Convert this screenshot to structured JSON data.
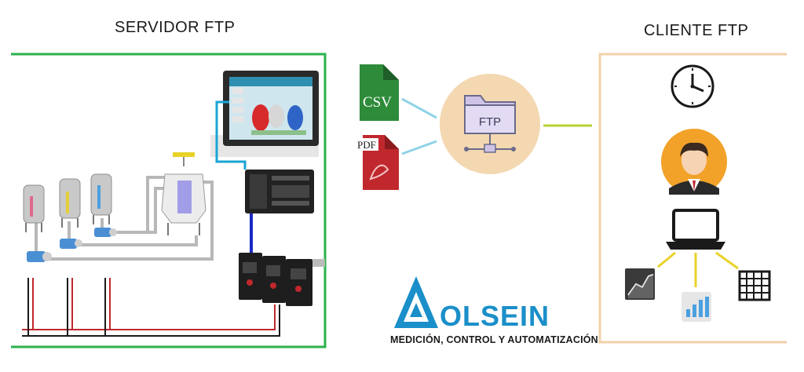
{
  "server": {
    "title": "SERVIDOR FTP"
  },
  "client": {
    "title": "CLIENTE FTP"
  },
  "files": {
    "csv_label": "CSV",
    "pdf_label": "PDF"
  },
  "ftp": {
    "label": "FTP"
  },
  "brand": {
    "name": "OLSEIN",
    "tagline": "MEDICIÓN, CONTROL Y AUTOMATIZACIÓN"
  },
  "colors": {
    "server_frame": "#2bb24c",
    "client_frame": "#f1d1a8",
    "link_blue": "#8fd3e6",
    "link_green": "#b5d334",
    "ftp_circle": "#f3d8b1",
    "brand_blue": "#1a8fc9",
    "csv_green": "#2e8b3a",
    "pdf_red": "#c0282d",
    "avatar_orange": "#f2a229"
  },
  "icons": [
    "clock-icon",
    "user-avatar-icon",
    "laptop-icon",
    "line-chart-icon",
    "bar-chart-icon",
    "grid-table-icon",
    "folder-network-icon",
    "csv-file-icon",
    "pdf-file-icon"
  ]
}
